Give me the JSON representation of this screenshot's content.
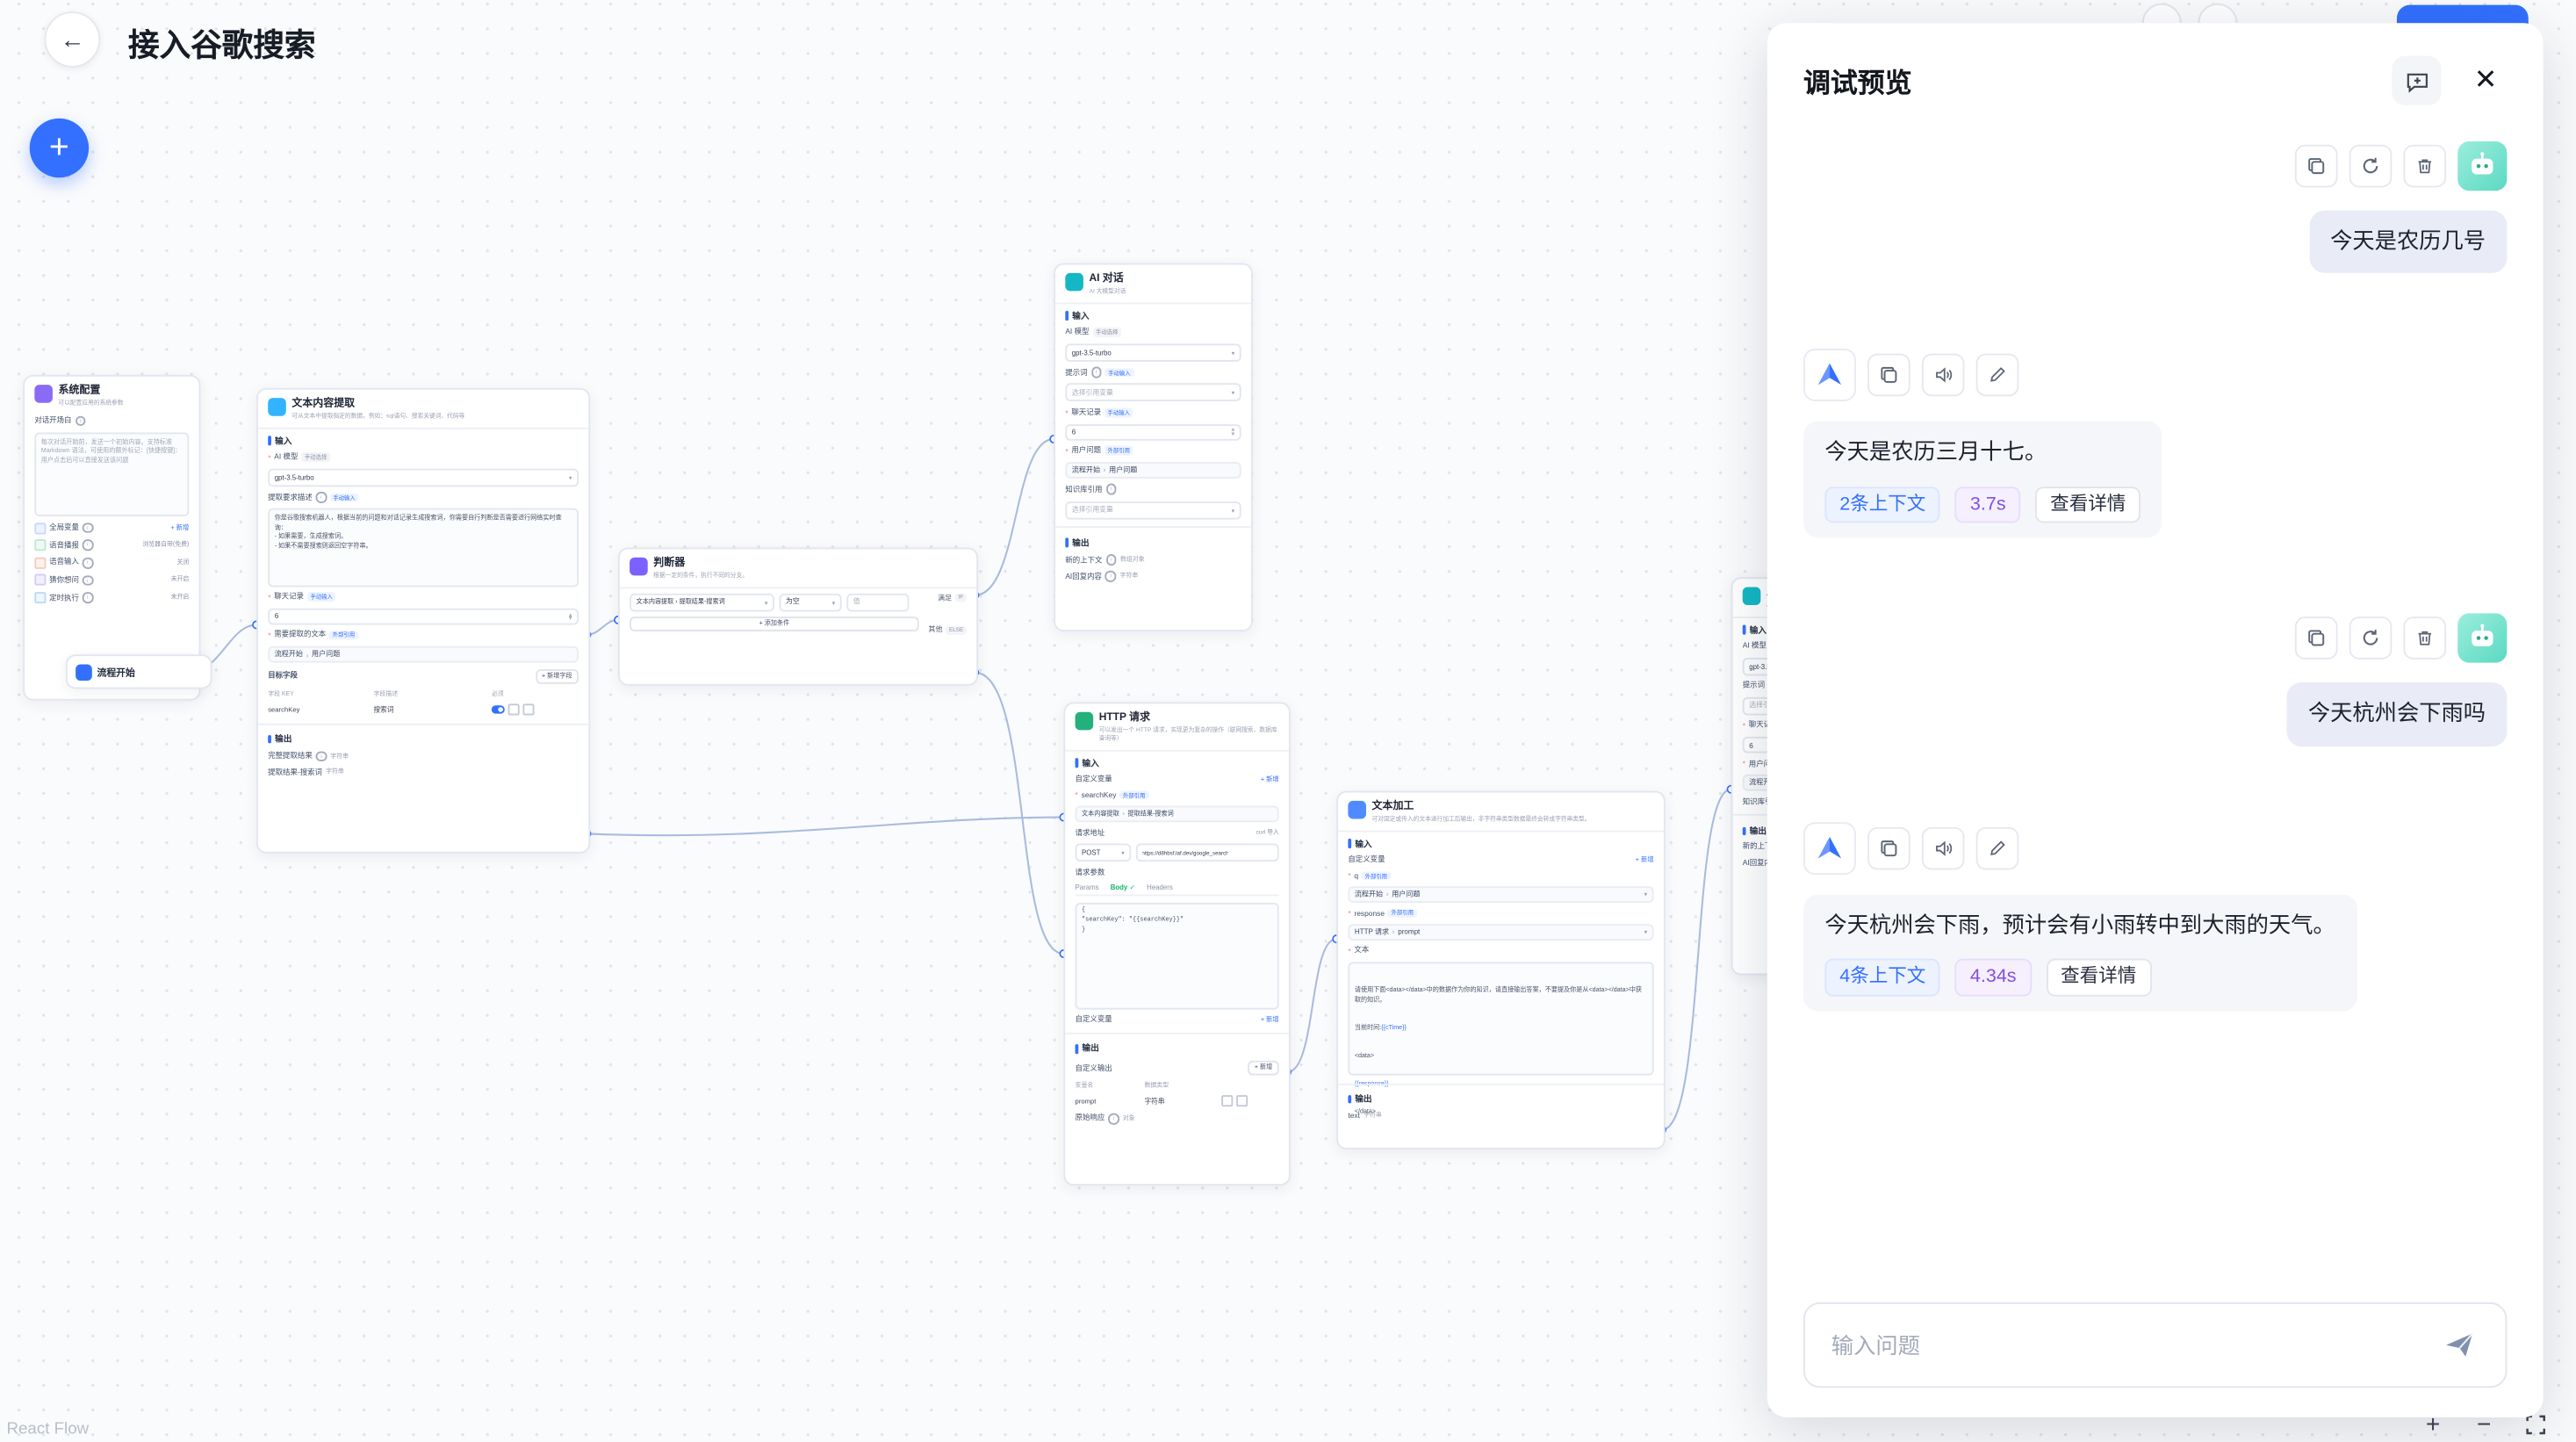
{
  "header": {
    "title": "接入谷歌搜索",
    "back_glyph": "←"
  },
  "canvas": {
    "attribution": "React Flow"
  },
  "fab": {
    "plus": "+"
  },
  "zoom": {
    "in": "+",
    "out": "−"
  },
  "nodes": {
    "system": {
      "title": "系统配置",
      "subtitle": "可以配置应用的系统参数",
      "welcome_label": "对话开场白",
      "welcome_hint": "每次对话开始前，发送一个初始内容。支持标准 Markdown 语法，可使用的额外标记：[快捷按键]：用户点击后可以直接发送该问题",
      "rows": [
        {
          "label": "全局变量",
          "value": "+ 新增"
        },
        {
          "label": "语音播报",
          "value": "浏览器自带(免费)"
        },
        {
          "label": "语音输入",
          "value": "关闭"
        },
        {
          "label": "猜你想问",
          "value": "未开启"
        },
        {
          "label": "定时执行",
          "value": "未开启"
        }
      ]
    },
    "start": {
      "title": "流程开始"
    },
    "extract": {
      "title": "文本内容提取",
      "subtitle": "可从文本中提取指定的数据，例如：sql语句、搜索关键词、代码等",
      "section_input": "输入",
      "model_label": "AI 模型",
      "model_tag": "手动选择",
      "model_value": "gpt-3.5-turbo",
      "desc_label": "提取要求描述",
      "desc_tag": "手动输入",
      "desc_text": "你是谷歌搜索机器人，根据当前的问题和对话记录生成搜索词，你需要自行判断是否需要进行网络实时查询：\n- 如果需要，生成搜索词。\n- 如果不需要搜索则返回空字符串。",
      "history_label": "聊天记录",
      "history_tag": "手动输入",
      "history_value": "6",
      "target_label": "需要提取的文本",
      "target_tag": "外部引用",
      "target_from": "流程开始",
      "target_field": "用户问题",
      "fields_label": "目标字段",
      "add_field": "+ 新增字段",
      "col_key": "字段 KEY",
      "col_desc": "字段描述",
      "col_required": "必须",
      "row_key": "searchKey",
      "row_desc": "搜索词",
      "section_output": "输出",
      "out1_label": "完整提取结果",
      "out1_type": "字符串",
      "out2_label": "提取结果-搜索词",
      "out2_type": "字符串"
    },
    "judge": {
      "title": "判断器",
      "subtitle": "根据一定的条件，执行不同的分支。",
      "var_value": "文本内容提取 › 提取结果-搜索词",
      "op_value": "为空",
      "value_placeholder": "值",
      "add_condition": "+ 添加条件",
      "if_label": "满足",
      "if_tag": "IF",
      "else_label": "其他",
      "else_tag": "ELSE"
    },
    "ai": {
      "title": "AI 对话",
      "subtitle": "AI 大模型对话",
      "section_input": "输入",
      "model_label": "AI 模型",
      "model_tag": "手动选择",
      "model_value": "gpt-3.5-turbo",
      "prompt_label": "提示词",
      "prompt_tag": "手动输入",
      "prompt_value": "选择引用变量",
      "history_label": "聊天记录",
      "history_tag": "手动输入",
      "history_value": "6",
      "question_label": "用户问题",
      "question_tag": "外部引用",
      "question_from": "流程开始",
      "question_field": "用户问题",
      "kb_label": "知识库引用",
      "kb_value": "选择引用变量",
      "section_output": "输出",
      "out1_label": "新的上下文",
      "out1_type": "数组对象",
      "out2_label": "AI回复内容",
      "out2_type": "字符串"
    },
    "http": {
      "title": "HTTP 请求",
      "subtitle": "可以发出一个 HTTP 请求，实现更为复杂的操作（联网搜索、数据库查询等）",
      "section_input": "输入",
      "custom_var_label": "自定义变量",
      "add": "+ 新增",
      "key_label": "searchKey",
      "key_tag": "外部引用",
      "key_from": "文本内容提取",
      "key_field": "提取结果-搜索词",
      "url_label": "请求地址",
      "curl_import": "curl 导入",
      "method": "POST",
      "url": "https://d8hbsf.laf.dev/google_search",
      "params_label": "请求参数",
      "tab_params": "Params",
      "tab_body": "Body",
      "body_check": "✓",
      "tab_headers": "Headers",
      "body_line1": "{",
      "body_line2": "  \"searchKey\": \"{{searchKey}}\"",
      "body_line3": "}",
      "custom_var2_label": "自定义变量",
      "section_output": "输出",
      "custom_out_label": "自定义输出",
      "col_name": "变量名",
      "col_type": "数据类型",
      "row_name": "prompt",
      "row_type": "字符串",
      "raw_label": "原始响应",
      "raw_type": "对象"
    },
    "textproc": {
      "title": "文本加工",
      "subtitle": "可对固定或传入的文本进行加工后输出，非字符串类型数据最终会转成字符串类型。",
      "section_input": "输入",
      "custom_var_label": "自定义变量",
      "add": "+ 新增",
      "q_label": "q",
      "q_tag": "外部引用",
      "q_from": "流程开始",
      "q_field": "用户问题",
      "resp_label": "response",
      "resp_tag": "外部引用",
      "resp_from": "HTTP 请求",
      "resp_field": "prompt",
      "text_label": "文本",
      "text_line1": "请使用下面<data></data>中的数据作为你的知识，请直接输出答案，不要提及你是从<data></data>中获取的知识。",
      "text_line2_prefix": "当前时间:",
      "text_token_time": "{{cTime}}",
      "text_line3": "<data>",
      "text_token_resp": "{{response}}",
      "text_line5": "</data>",
      "section_output": "输出",
      "out_label": "text",
      "out_type": "字符串"
    }
  },
  "panel": {
    "title": "调试预览",
    "close": "✕",
    "messages": {
      "user1": "今天是农历几号",
      "ai1": {
        "text": "今天是农历三月十七。",
        "context": "2条上下文",
        "time": "3.7s",
        "detail": "查看详情"
      },
      "user2": "今天杭州会下雨吗",
      "ai2": {
        "text": "今天杭州会下雨，预计会有小雨转中到大雨的天气。",
        "context": "4条上下文",
        "time": "4.34s",
        "detail": "查看详情"
      }
    },
    "input_placeholder": "输入问题"
  }
}
